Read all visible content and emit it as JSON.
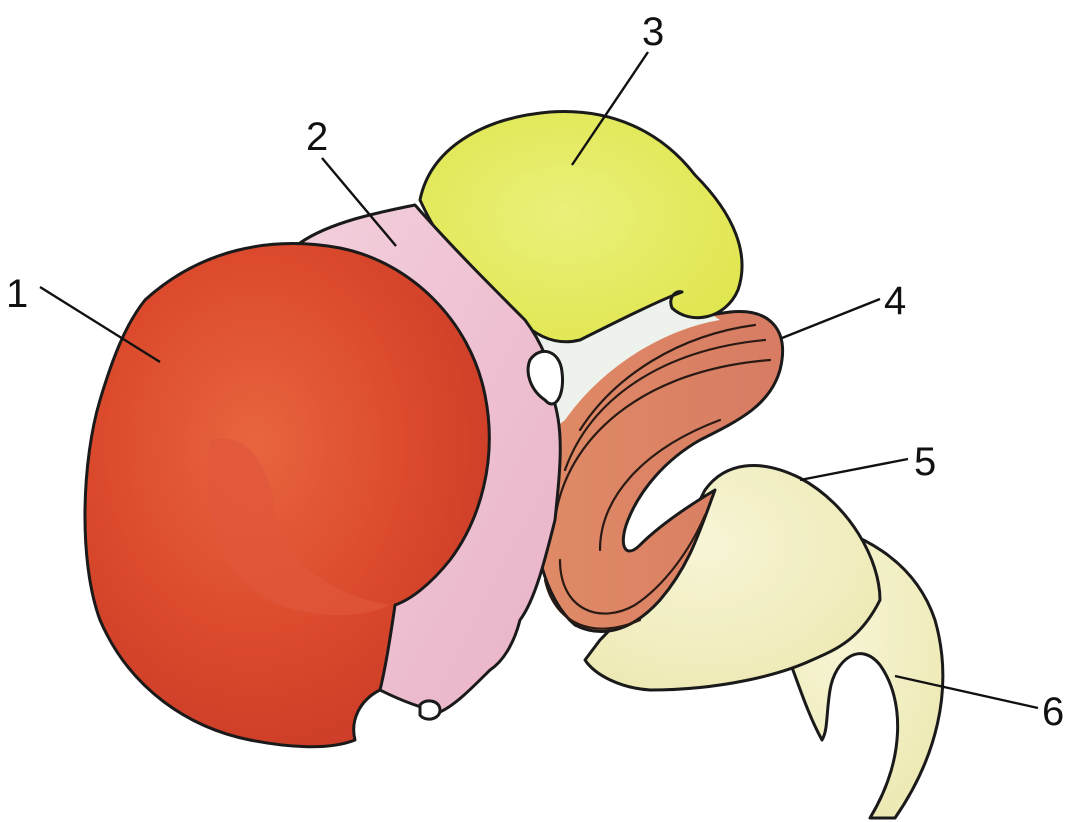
{
  "labels": {
    "l1": "1",
    "l2": "2",
    "l3": "3",
    "l4": "4",
    "l5": "5",
    "l6": "6"
  },
  "colors": {
    "part1": "#de4a2e",
    "part2": "#efbfd2",
    "part3": "#e4ea5e",
    "part4": "#df8b6c",
    "part5": "#f1eebb",
    "part6": "#f3f0c6",
    "junction": "#eef2ec"
  }
}
